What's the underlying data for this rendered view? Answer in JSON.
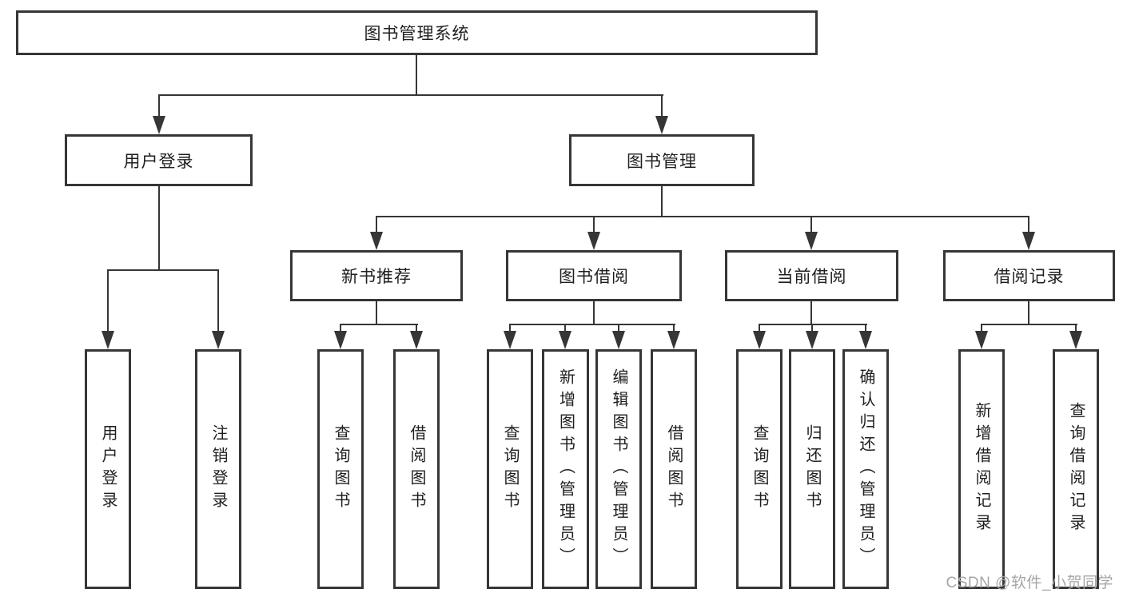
{
  "diagram_title": "图书管理系统",
  "tree": {
    "label": "图书管理系统",
    "children": [
      {
        "label": "用户登录",
        "children": [
          {
            "label": "用户登录"
          },
          {
            "label": "注销登录"
          }
        ]
      },
      {
        "label": "图书管理",
        "children": [
          {
            "label": "新书推荐",
            "children": [
              {
                "label": "查询图书"
              },
              {
                "label": "借阅图书"
              }
            ]
          },
          {
            "label": "图书借阅",
            "children": [
              {
                "label": "查询图书"
              },
              {
                "label": "新增图书（管理员）"
              },
              {
                "label": "编辑图书（管理员）"
              },
              {
                "label": "借阅图书"
              }
            ]
          },
          {
            "label": "当前借阅",
            "children": [
              {
                "label": "查询图书"
              },
              {
                "label": "归还图书"
              },
              {
                "label": "确认归还（管理员）"
              }
            ]
          },
          {
            "label": "借阅记录",
            "children": [
              {
                "label": "新增借阅记录"
              },
              {
                "label": "查询借阅记录"
              }
            ]
          }
        ]
      }
    ]
  },
  "colors": {
    "line": "#363636",
    "text": "#1f1f1f",
    "background": "#ffffff",
    "watermark": "#a6a6a6"
  },
  "watermark": {
    "text": "CSDN @软件_小贺同学"
  }
}
